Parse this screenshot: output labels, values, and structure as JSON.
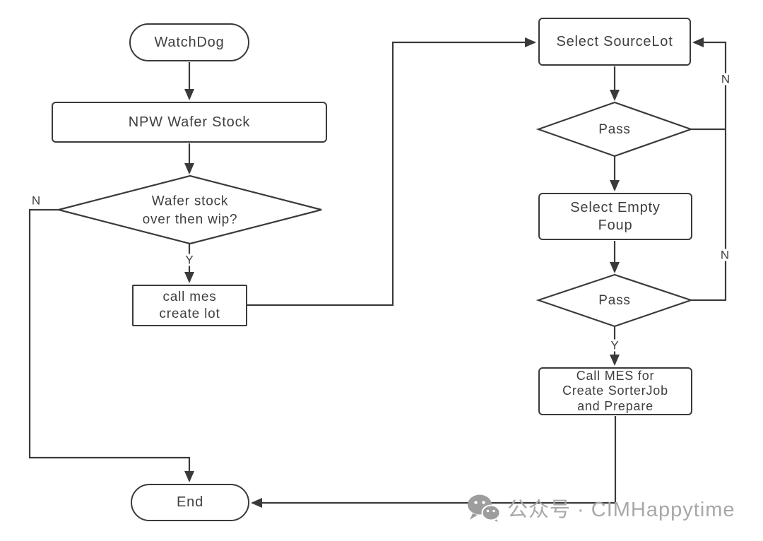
{
  "colors": {
    "line": "#3a3a3a",
    "node_border": "#3a3a3a",
    "node_fill": "#ffffff",
    "text": "#3f3f3f",
    "watermark": "#a8a8a8"
  },
  "nodes": {
    "watchdog": {
      "type": "terminator",
      "label": "WatchDog"
    },
    "npw_wafer_stock": {
      "type": "process",
      "label": "NPW Wafer Stock"
    },
    "wafer_stock_decision": {
      "type": "decision",
      "label": "Wafer stock\nover then wip?"
    },
    "call_mes_create_lot": {
      "type": "process",
      "label": "call mes\ncreate lot"
    },
    "select_sourcelot": {
      "type": "process",
      "label": "Select SourceLot"
    },
    "pass_sourcelot": {
      "type": "decision",
      "label": "Pass"
    },
    "select_empty_foup": {
      "type": "process",
      "label": "Select Empty\nFoup"
    },
    "pass_foup": {
      "type": "decision",
      "label": "Pass"
    },
    "call_mes_sorterjob": {
      "type": "process",
      "label": "Call MES for\nCreate SorterJob\nand Prepare"
    },
    "end": {
      "type": "terminator",
      "label": "End"
    }
  },
  "edge_labels": {
    "wafer_no": "N",
    "wafer_yes": "Y",
    "pass_sourcelot_no": "N",
    "pass_foup_no": "N",
    "pass_foup_yes": "Y"
  },
  "watermark": {
    "icon": "wechat-icon",
    "text": "公众号 · CIMHappytime"
  }
}
